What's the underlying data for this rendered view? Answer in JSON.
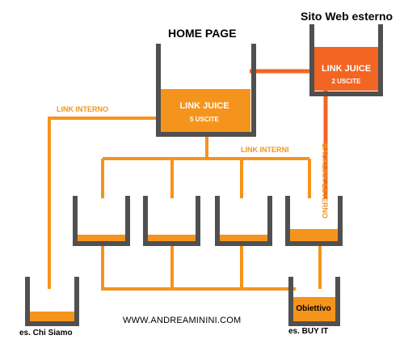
{
  "titles": {
    "home": "HOME PAGE",
    "external": "Sito Web esterno"
  },
  "juice": {
    "home_main": "LINK JUICE",
    "home_sub": "5 USCITE",
    "external_main": "LINK JUICE",
    "external_sub": "2 USCITE"
  },
  "links": {
    "internal_single": "LINK INTERNO",
    "internal_multi": "LINK INTERNI",
    "backlink": "BACKLINK ESTERNO"
  },
  "captions": {
    "chi_siamo": "es. Chi Siamo",
    "buy_it": "es. BUY IT",
    "goal": "Obiettivo"
  },
  "footer": {
    "url": "WWW.ANDREAMININI.COM"
  },
  "colors": {
    "orange": "#f5941d",
    "dark_orange": "#f26522",
    "container": "#505050"
  }
}
